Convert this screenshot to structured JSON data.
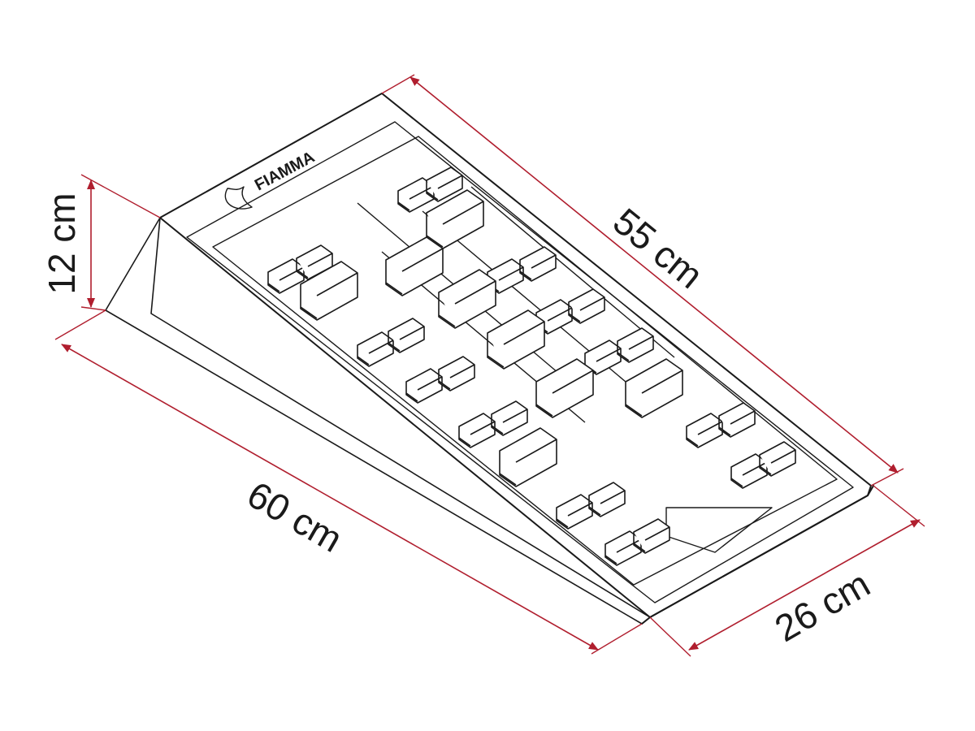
{
  "dimensions": {
    "height": "12 cm",
    "length_top": "55 cm",
    "length_bottom": "60 cm",
    "width": "26 cm"
  },
  "logo": {
    "text": "FIAMMA",
    "icon": "fiamma-flame-logo-icon"
  },
  "colors": {
    "dimension_line": "#b01e2e",
    "outline": "#1a1a1a",
    "background": "#ffffff"
  }
}
